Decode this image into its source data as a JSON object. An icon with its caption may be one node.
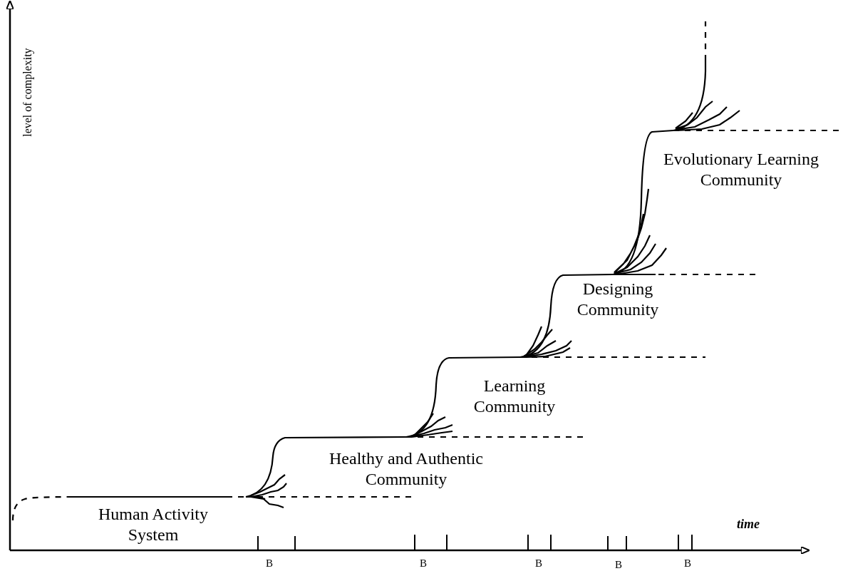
{
  "diagram": {
    "labels": [
      "level of complexity",
      "Evolutionary Learning Community",
      "Designing Community",
      "Learning Community",
      "Healthy and Authentic Community",
      "Human Activity System",
      "time",
      "B",
      "B",
      "B",
      "B",
      "B"
    ]
  }
}
